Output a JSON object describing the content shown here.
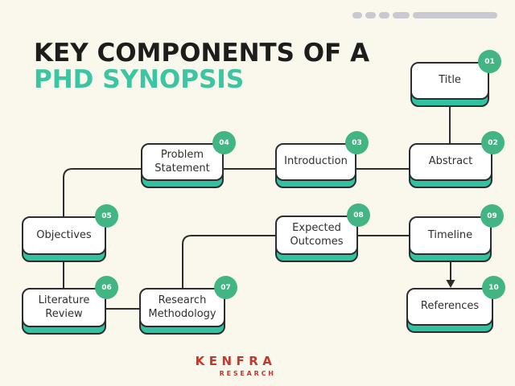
{
  "header": {
    "title_line1": "KEY COMPONENTS OF A",
    "title_line2": "PHD SYNOPSIS"
  },
  "nodes": [
    {
      "number": "01",
      "label": "Title"
    },
    {
      "number": "02",
      "label": "Abstract"
    },
    {
      "number": "03",
      "label": "Introduction"
    },
    {
      "number": "04",
      "label": "Problem Statement"
    },
    {
      "number": "05",
      "label": "Objectives"
    },
    {
      "number": "06",
      "label": "Literature Review"
    },
    {
      "number": "07",
      "label": "Research Methodology"
    },
    {
      "number": "08",
      "label": "Expected Outcomes"
    },
    {
      "number": "09",
      "label": "Timeline"
    },
    {
      "number": "10",
      "label": "References"
    }
  ],
  "edges": [
    {
      "from": "Title",
      "to": "Abstract",
      "arrow": false
    },
    {
      "from": "Abstract",
      "to": "Introduction",
      "arrow": false
    },
    {
      "from": "Introduction",
      "to": "Problem Statement",
      "arrow": false
    },
    {
      "from": "Problem Statement",
      "to": "Objectives",
      "arrow": false
    },
    {
      "from": "Objectives",
      "to": "Literature Review",
      "arrow": false
    },
    {
      "from": "Literature Review",
      "to": "Research Methodology",
      "arrow": false
    },
    {
      "from": "Research Methodology",
      "to": "Expected Outcomes",
      "arrow": false
    },
    {
      "from": "Expected Outcomes",
      "to": "Timeline",
      "arrow": false
    },
    {
      "from": "Timeline",
      "to": "References",
      "arrow": true
    }
  ],
  "footer": {
    "brand": "KENFRA",
    "brand_sub": "RESEARCH"
  },
  "colors": {
    "bg": "#faf8ec",
    "line": "#2d2d2d",
    "badge": "#43b585",
    "base": "#2fc3a1",
    "accent": "#3cc5a3",
    "ink": "#1d1d1b",
    "pill": "#c9c9d2",
    "brand": "#c2392c"
  }
}
